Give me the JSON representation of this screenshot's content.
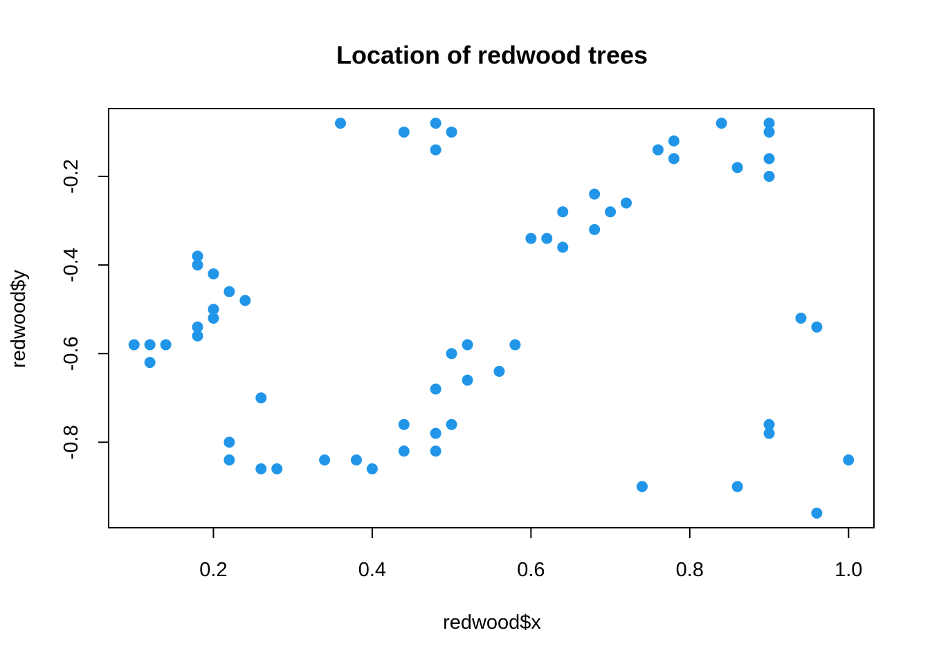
{
  "chart_data": {
    "type": "scatter",
    "title": "Location of redwood trees",
    "xlabel": "redwood$x",
    "ylabel": "redwood$y",
    "xlim": [
      0.068,
      1.032
    ],
    "ylim": [
      -0.993,
      -0.047
    ],
    "xticks": [
      0.2,
      0.4,
      0.6,
      0.8,
      1.0
    ],
    "xtick_labels": [
      "0.2",
      "0.4",
      "0.6",
      "0.8",
      "1.0"
    ],
    "yticks": [
      -0.8,
      -0.6,
      -0.4,
      -0.2
    ],
    "ytick_labels": [
      "-0.8",
      "-0.6",
      "-0.4",
      "-0.2"
    ],
    "grid": false,
    "legend": "none",
    "point_color": "#2196E8",
    "x": [
      0.36,
      0.44,
      0.48,
      0.5,
      0.48,
      0.84,
      0.9,
      0.9,
      0.78,
      0.76,
      0.78,
      0.86,
      0.9,
      0.9,
      0.68,
      0.72,
      0.64,
      0.7,
      0.68,
      0.6,
      0.62,
      0.64,
      0.18,
      0.18,
      0.2,
      0.22,
      0.24,
      0.2,
      0.2,
      0.18,
      0.18,
      0.1,
      0.12,
      0.14,
      0.12,
      0.94,
      0.96,
      0.58,
      0.52,
      0.5,
      0.52,
      0.56,
      0.48,
      0.26,
      0.22,
      0.22,
      0.26,
      0.28,
      0.34,
      0.38,
      0.4,
      0.44,
      0.5,
      0.48,
      0.44,
      0.48,
      0.9,
      0.9,
      1.0,
      0.74,
      0.86,
      0.96
    ],
    "y": [
      -0.08,
      -0.1,
      -0.08,
      -0.1,
      -0.14,
      -0.08,
      -0.08,
      -0.1,
      -0.12,
      -0.14,
      -0.16,
      -0.18,
      -0.16,
      -0.2,
      -0.24,
      -0.26,
      -0.28,
      -0.28,
      -0.32,
      -0.34,
      -0.34,
      -0.36,
      -0.38,
      -0.4,
      -0.42,
      -0.46,
      -0.48,
      -0.5,
      -0.52,
      -0.54,
      -0.56,
      -0.58,
      -0.58,
      -0.58,
      -0.62,
      -0.52,
      -0.54,
      -0.58,
      -0.58,
      -0.6,
      -0.66,
      -0.64,
      -0.68,
      -0.7,
      -0.8,
      -0.84,
      -0.86,
      -0.86,
      -0.84,
      -0.84,
      -0.86,
      -0.76,
      -0.76,
      -0.78,
      -0.82,
      -0.82,
      -0.76,
      -0.78,
      -0.84,
      -0.9,
      -0.9,
      -0.96
    ]
  }
}
